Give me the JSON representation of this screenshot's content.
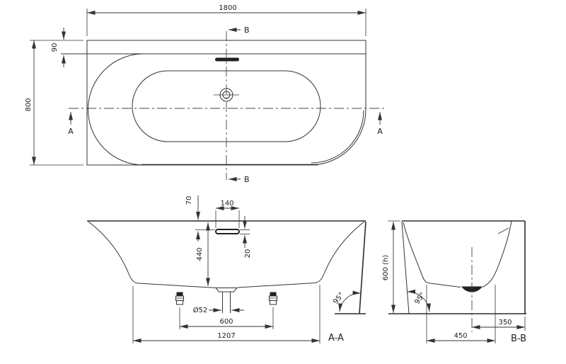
{
  "title": "Bathtub technical drawing (plan and sections)",
  "colors": {
    "background": "#ffffff",
    "line": "#333333"
  },
  "plan": {
    "dim_width": "1800",
    "dim_depth": "800",
    "dim_back_ledge": "90",
    "marker_a_left": "A",
    "marker_a_right": "A",
    "marker_b_top": "B",
    "marker_b_bottom": "B"
  },
  "section_aa": {
    "label": "A-A",
    "dim_overflow_drop": "70",
    "dim_overflow_width": "140",
    "dim_overflow_height": "20",
    "dim_inner_depth": "440",
    "dim_drain_diameter": "Ø52",
    "dim_feet_spacing": "600",
    "dim_base_length": "1207",
    "dim_wall_angle": "95°"
  },
  "section_bb": {
    "label": "B-B",
    "dim_height": "600 (h)",
    "dim_wall_angle": "95°",
    "dim_base_width": "450",
    "dim_drain_offset": "350"
  }
}
